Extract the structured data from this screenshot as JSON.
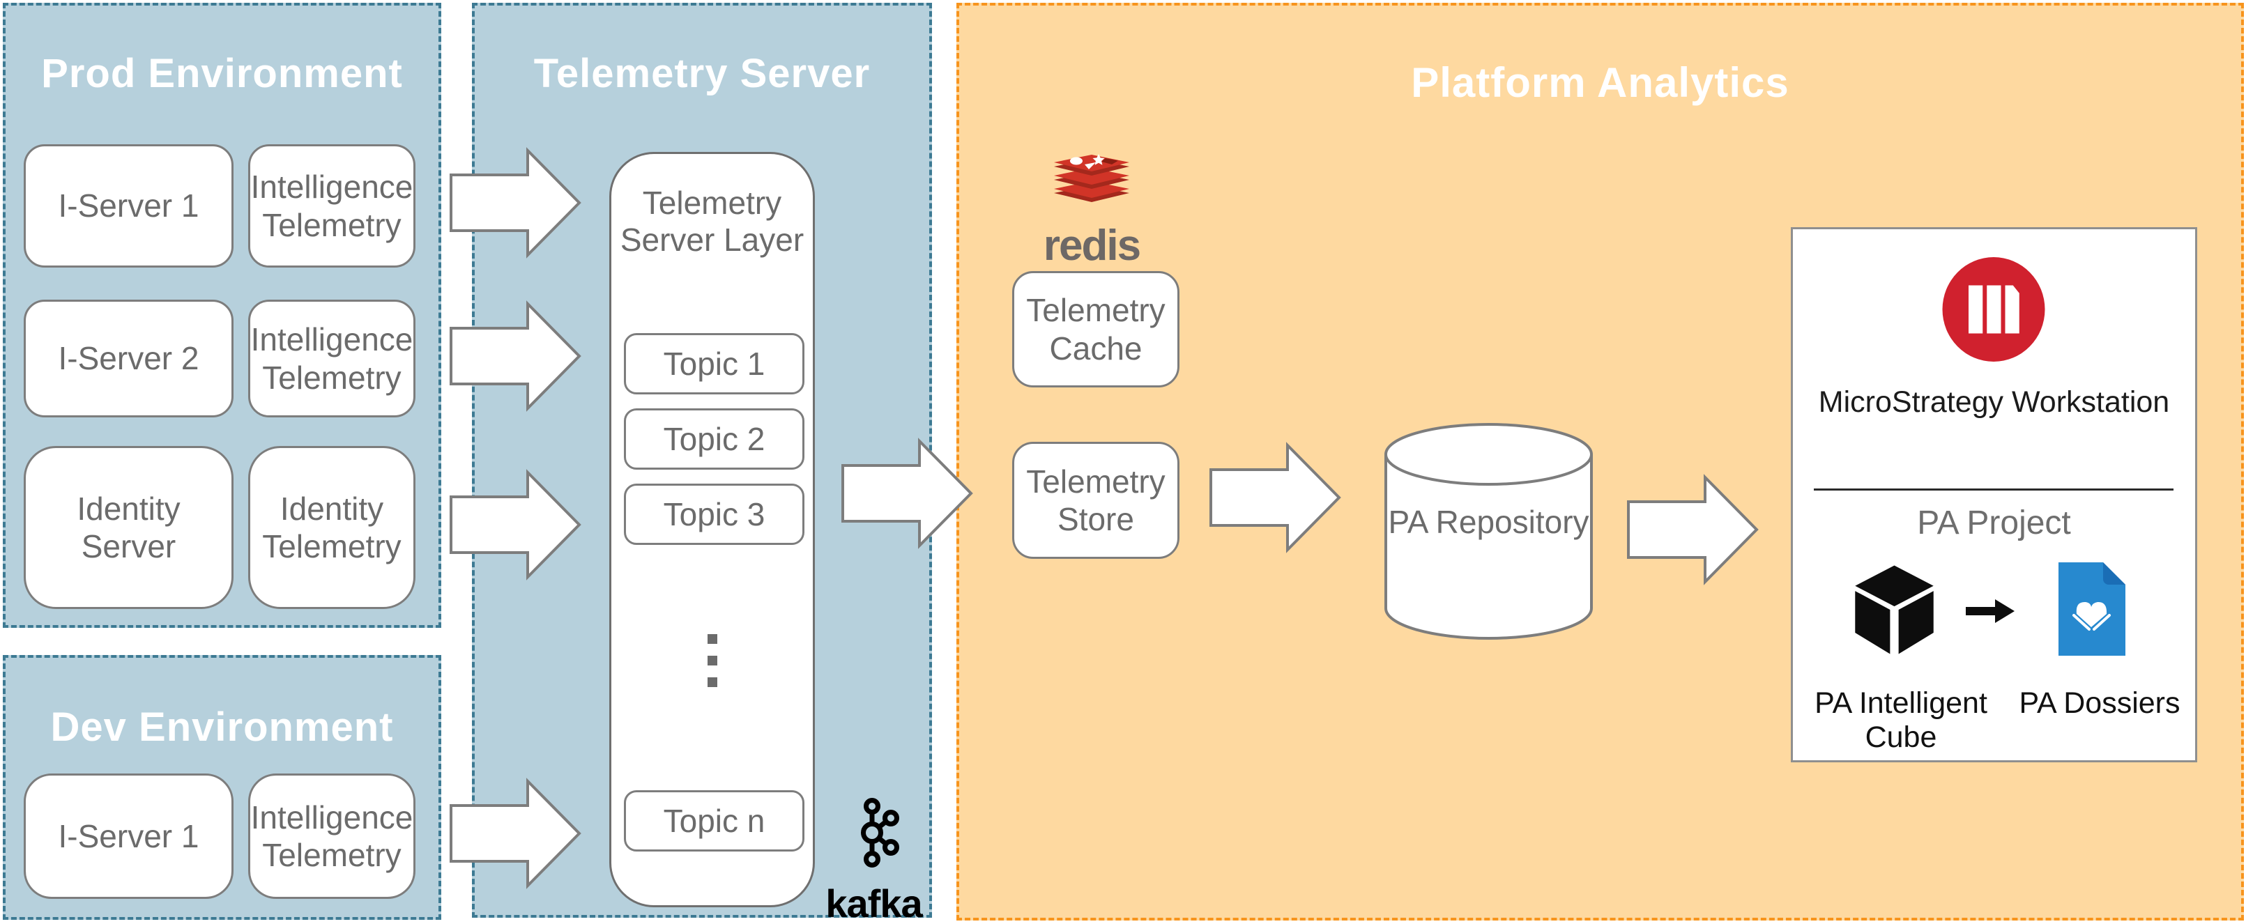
{
  "colors": {
    "blue_bg": "#b6d0dc",
    "blue_border": "#3d7a93",
    "orange_bg": "#fed9a0",
    "orange_border": "#f7941d",
    "node_border": "#7d7d7d",
    "node_text": "#6b6b6b",
    "title_text": "#ffffff",
    "redis_red": "#d13427",
    "redis_dark_red": "#8a1e12",
    "redis_text_gray": "#6d6866",
    "microstrategy_red": "#d0212e",
    "dossier_blue": "#2789cf",
    "dossier_fold_blue": "#1a6db5",
    "icon_black": "#111111"
  },
  "prod": {
    "title": "Prod Environment",
    "boxes": [
      {
        "label": "I-Server 1"
      },
      {
        "label": "Intelligence Telemetry"
      },
      {
        "label": "I-Server 2"
      },
      {
        "label": "Intelligence Telemetry"
      },
      {
        "label": "Identity Server"
      },
      {
        "label": "Identity Telemetry"
      }
    ]
  },
  "dev": {
    "title": "Dev Environment",
    "boxes": [
      {
        "label": "I-Server 1"
      },
      {
        "label": "Intelligence Telemetry"
      }
    ]
  },
  "telemetry": {
    "title": "Telemetry Server",
    "layer_label": "Telemetry Server Layer",
    "topics": [
      {
        "label": "Topic 1"
      },
      {
        "label": "Topic 2"
      },
      {
        "label": "Topic 3"
      }
    ],
    "topic_n": "Topic n",
    "kafka_label": "kafka"
  },
  "platform": {
    "title": "Platform Analytics",
    "redis_label": "redis",
    "cache_label": "Telemetry Cache",
    "store_label": "Telemetry Store",
    "repository_label": "PA Repository",
    "workstation": {
      "title": "MicroStrategy Workstation",
      "project_label": "PA Project",
      "cube_label": "PA Intelligent Cube",
      "dossiers_label": "PA Dossiers"
    }
  }
}
